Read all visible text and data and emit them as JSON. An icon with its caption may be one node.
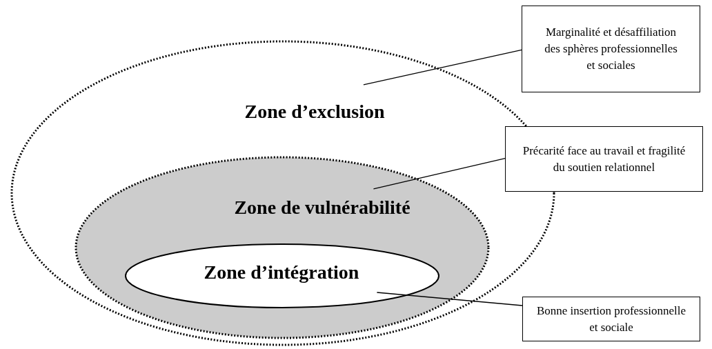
{
  "diagram": {
    "nodes": [
      {
        "text": [
          "Zone d’exclusion"
        ]
      },
      {
        "text": [
          "Zone de vulnérabilité"
        ],
        "in": 0
      },
      {
        "text": [
          "Zone d’intégration"
        ],
        "in": 1
      },
      {
        "text": [
          "Marginalité et désaffiliation des sphères professionnelles et sociales"
        ]
      },
      {
        "text": [
          "Précarité face au travail et fragilité du soutien relationnel"
        ]
      },
      {
        "text": [
          "Bonne insertion professionnelle et sociale"
        ]
      }
    ],
    "edges": [
      {
        "from": 3,
        "to": 0,
        "arrow": "none"
      },
      {
        "from": 4,
        "to": 1,
        "arrow": "none"
      },
      {
        "from": 5,
        "to": 2,
        "arrow": "none"
      }
    ]
  }
}
